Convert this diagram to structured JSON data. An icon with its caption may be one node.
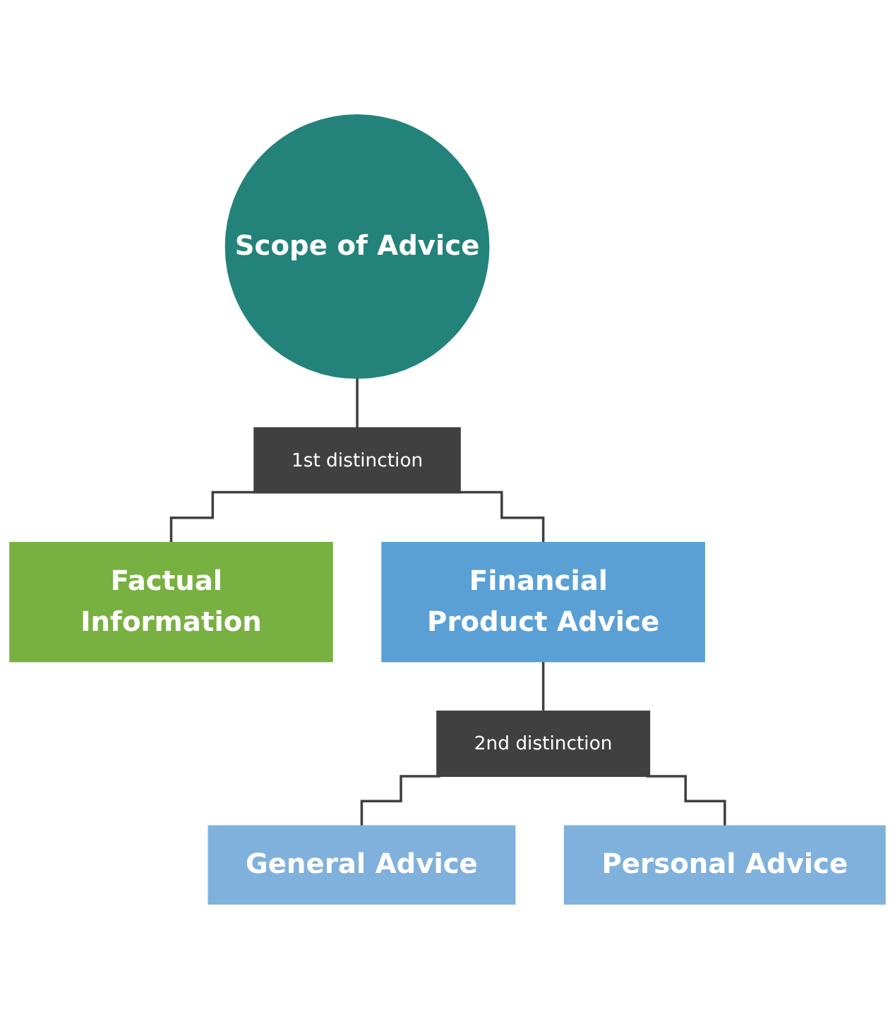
{
  "diagram": {
    "nodes": [
      {
        "text": [
          "Scope of Advice"
        ]
      },
      {
        "text": [
          "1st distinction"
        ]
      },
      {
        "text": [
          "Factual Information"
        ]
      },
      {
        "text": [
          "Financial Product Advice"
        ]
      },
      {
        "text": [
          "2nd distinction"
        ]
      },
      {
        "text": [
          "General Advice"
        ]
      },
      {
        "text": [
          "Personal Advice"
        ]
      }
    ],
    "edges": [
      {
        "from": 0,
        "to": 1,
        "arrow": "none"
      },
      {
        "from": 1,
        "to": 2,
        "arrow": "none"
      },
      {
        "from": 1,
        "to": 3,
        "arrow": "none"
      },
      {
        "from": 3,
        "to": 4,
        "arrow": "none"
      },
      {
        "from": 4,
        "to": 5,
        "arrow": "none"
      },
      {
        "from": 4,
        "to": 6,
        "arrow": "none"
      }
    ]
  }
}
